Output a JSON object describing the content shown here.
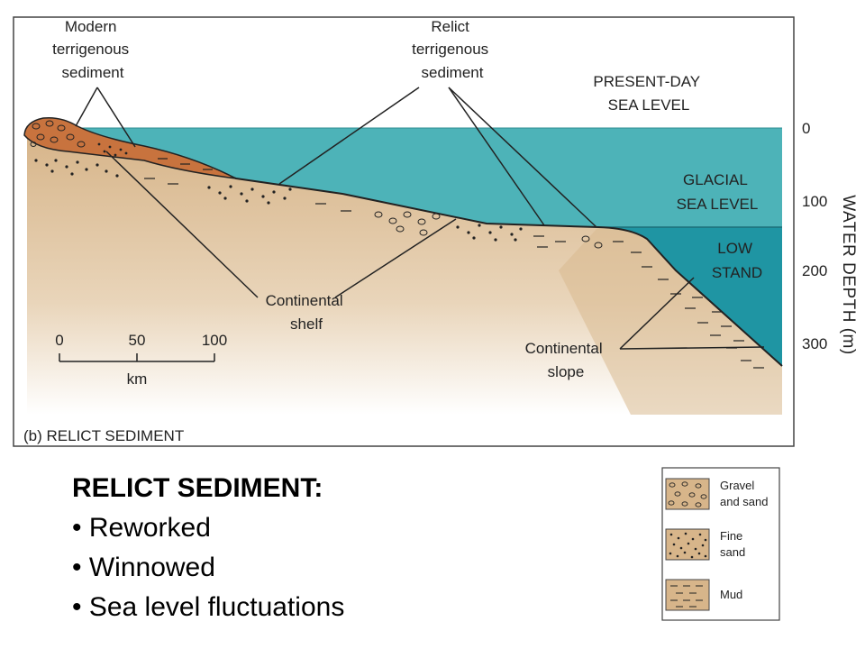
{
  "figure": {
    "caption": "(b) RELICT SEDIMENT",
    "labels": {
      "modern": [
        "Modern",
        "terrigenous",
        "sediment"
      ],
      "relict": [
        "Relict",
        "terrigenous",
        "sediment"
      ],
      "present_sea_level": [
        "PRESENT-DAY",
        "SEA LEVEL"
      ],
      "glacial_sea_level": [
        "GLACIAL",
        "SEA LEVEL"
      ],
      "low_stand": [
        "LOW",
        "STAND"
      ],
      "continental_shelf": [
        "Continental",
        "shelf"
      ],
      "continental_slope": [
        "Continental",
        "slope"
      ]
    },
    "depth_axis": {
      "title": "WATER DEPTH (m)",
      "ticks": [
        "0",
        "100",
        "200",
        "300"
      ]
    },
    "scale_bar": {
      "ticks": [
        "0",
        "50",
        "100"
      ],
      "unit": "km"
    },
    "colors": {
      "present_sea": "#4db3b8",
      "low_stand_sea": "#1f95a3",
      "sediment": "#d7b58a",
      "modern_sediment": "#c8733e"
    }
  },
  "notes": {
    "heading": "RELICT SEDIMENT:",
    "bullets": [
      "• Reworked",
      "• Winnowed",
      "• Sea level fluctuations"
    ]
  },
  "legend": {
    "items": [
      {
        "lines": [
          "Gravel",
          "and sand"
        ],
        "pattern": "gravel-sand"
      },
      {
        "lines": [
          "Fine",
          "sand"
        ],
        "pattern": "fine-sand"
      },
      {
        "lines": [
          "Mud"
        ],
        "pattern": "mud"
      }
    ]
  }
}
